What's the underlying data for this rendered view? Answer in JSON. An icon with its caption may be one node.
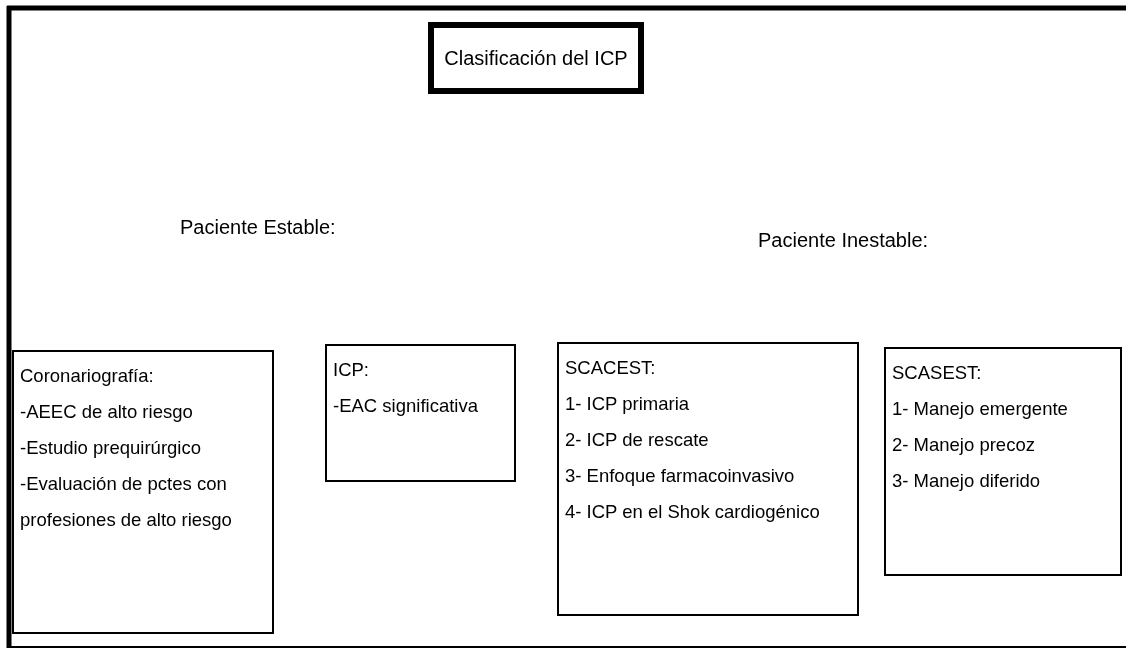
{
  "diagram": {
    "nodes": [
      {
        "text": [
          "Clasificación del ICP"
        ]
      },
      {
        "text": [
          "Coronariografía:",
          "-AEEC de alto riesgo",
          "-Estudio prequirúrgico",
          "-Evaluación de pctes con profesiones de alto riesgo"
        ]
      },
      {
        "text": [
          "ICP:",
          "-EAC significativa"
        ]
      },
      {
        "text": [
          "SCACEST:",
          "1- ICP primaria",
          "2- ICP de rescate",
          "3- Enfoque farmacoinvasivo",
          "4- ICP en el Shok cardiogénico"
        ]
      },
      {
        "text": [
          "SCASEST:",
          "1- Manejo emergente",
          "2- Manejo precoz",
          "3- Manejo diferido"
        ]
      }
    ],
    "edges": [],
    "labels": [
      "Paciente Estable:",
      "Paciente Inestable:"
    ]
  }
}
